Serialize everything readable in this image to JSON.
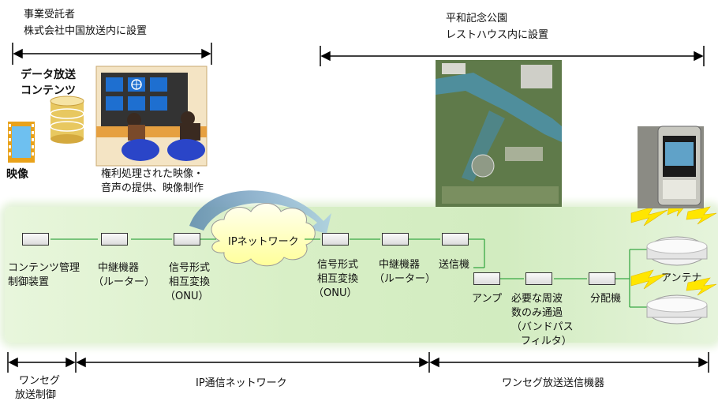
{
  "top": {
    "left_caption_1": "事業受託者",
    "left_caption_2": "株式会社中国放送内に設置",
    "right_caption_1": "平和記念公園",
    "right_caption_2": "レストハウス内に設置"
  },
  "contents": {
    "data_label_1": "データ放送",
    "data_label_2": "コンテンツ",
    "video_label": "映像",
    "rights_1": "権利処理された映像・",
    "rights_2": "音声の提供、映像制作"
  },
  "network": {
    "cloud_label": "IPネットワーク",
    "nodes": [
      {
        "label_1": "コンテンツ管理",
        "label_2": "制御装置"
      },
      {
        "label_1": "中継機器",
        "label_2": "（ルーター）"
      },
      {
        "label_1": "信号形式",
        "label_2": "相互変換",
        "label_3": "（ONU）"
      },
      {
        "label_1": "信号形式",
        "label_2": "相互変換",
        "label_3": "（ONU）"
      },
      {
        "label_1": "中継機器",
        "label_2": "（ルーター）"
      },
      {
        "label_1": "送信機"
      },
      {
        "label_1": "アンプ"
      },
      {
        "label_1": "必要な周波",
        "label_2": "数のみ通過",
        "label_3": "（バンドパス",
        "label_4": "フィルタ）"
      },
      {
        "label_1": "分配機"
      }
    ],
    "antenna_label": "アンテナ"
  },
  "bottom": {
    "left_1": "ワンセグ",
    "left_2": "放送制御",
    "middle": "IP通信ネットワーク",
    "right": "ワンセグ放送送信機器"
  },
  "colors": {
    "band": "#d8efc6",
    "cloud": "#ffffc8",
    "arrow": "#7fa6c4",
    "lightning": "#ffe600"
  }
}
